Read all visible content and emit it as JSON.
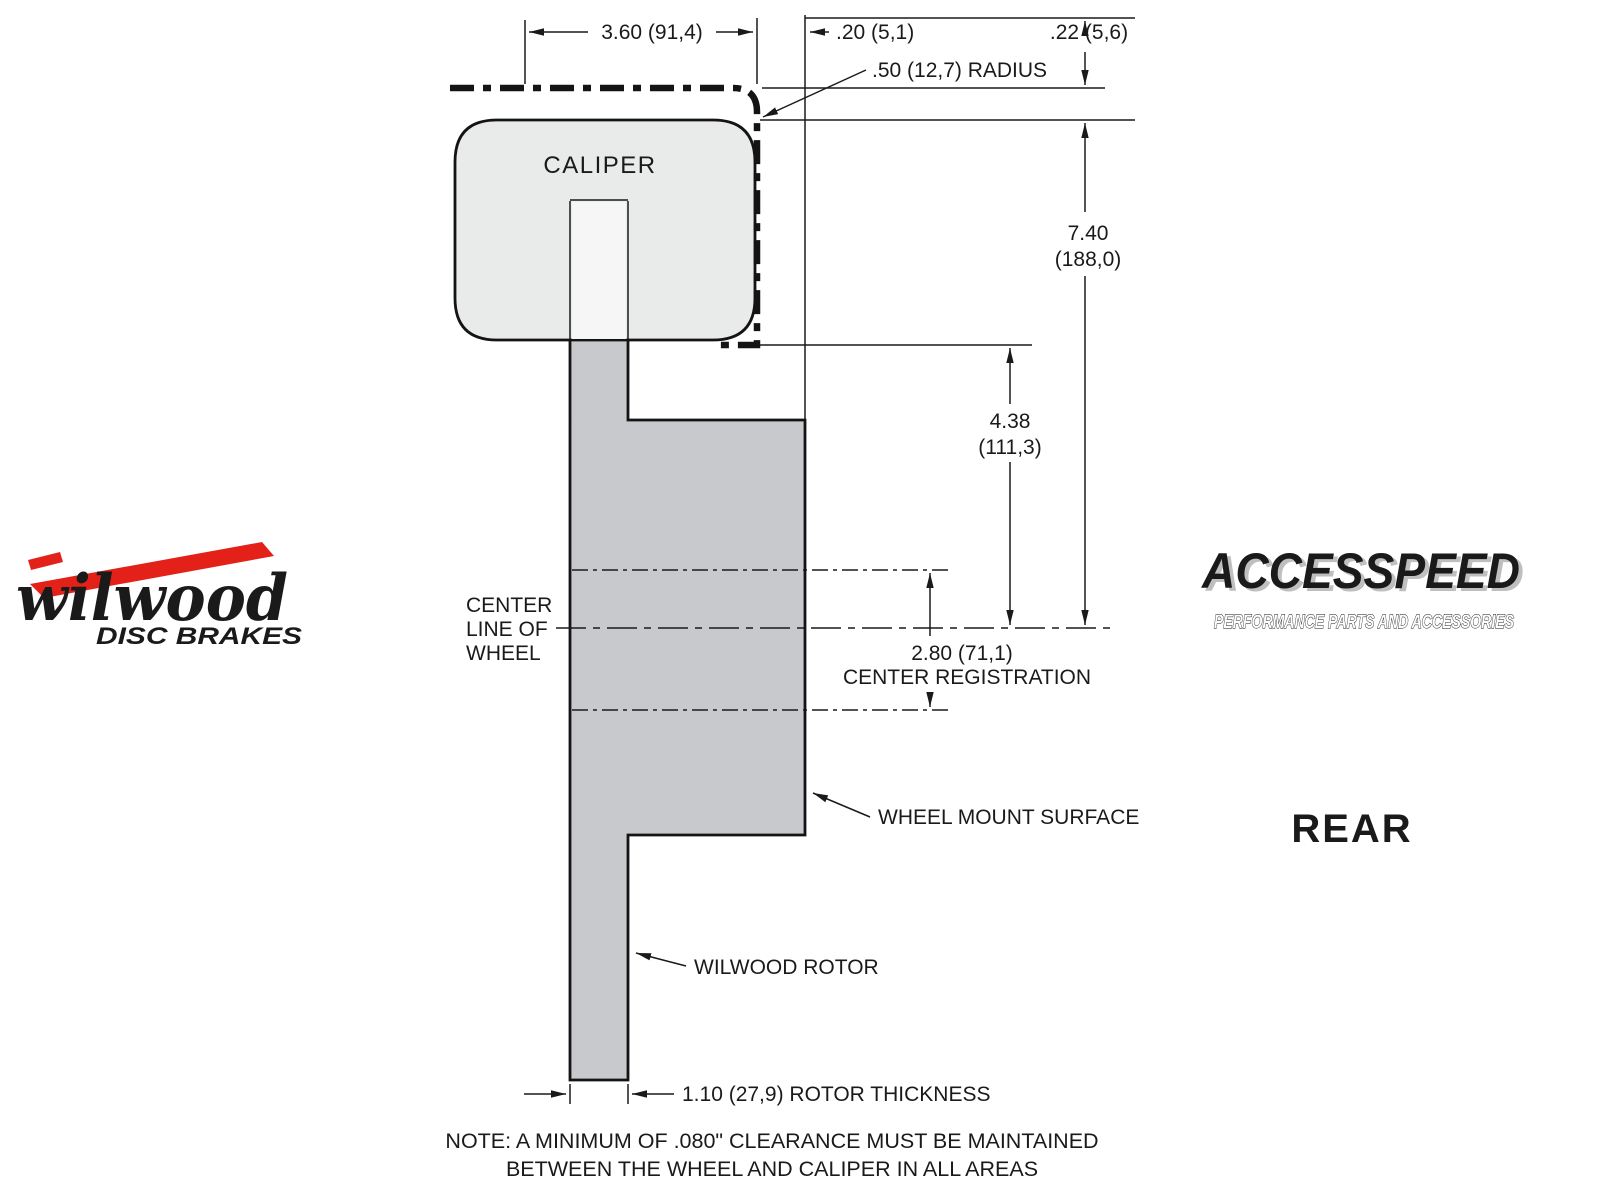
{
  "colors": {
    "rotor_fill": "#c7c9cc",
    "caliper_fill": "#e9eaea",
    "line": "#1a1a1a",
    "brand_red": "#e32119"
  },
  "diagram": {
    "caliper_label": "CALIPER",
    "dim_width": "3.60 (91,4)",
    "dim_clearance_side": ".20 (5,1)",
    "dim_clearance_top": ".22 (5,6)",
    "dim_radius": ".50 (12,7) RADIUS",
    "dim_height_in": "7.40",
    "dim_height_mm": "(188,0)",
    "dim_mount_in": "4.38",
    "dim_mount_mm": "(111,3)",
    "dim_register": "2.80 (71,1)",
    "dim_register_label": "CENTER REGISTRATION",
    "dim_rotor_thickness": "1.10 (27,9) ROTOR THICKNESS",
    "centerline_line1": "CENTER",
    "centerline_line2": "LINE OF",
    "centerline_line3": "WHEEL",
    "wheel_mount_label": "WHEEL MOUNT SURFACE",
    "rotor_label": "WILWOOD ROTOR",
    "note_line1": "NOTE: A MINIMUM OF .080\" CLEARANCE MUST BE MAINTAINED",
    "note_line2": "BETWEEN THE WHEEL AND CALIPER IN ALL AREAS"
  },
  "branding": {
    "wilwood_name": "wilwood",
    "wilwood_tagline": "DISC BRAKES",
    "accesspeed_name": "ACCESSPEED",
    "accesspeed_tagline": "PERFORMANCE PARTS AND ACCESSORIES",
    "view_label": "REAR"
  }
}
